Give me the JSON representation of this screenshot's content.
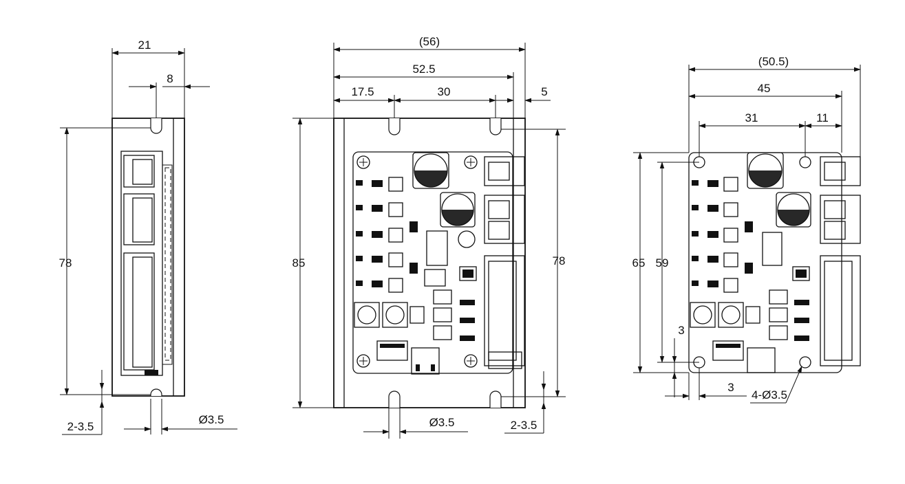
{
  "side_view": {
    "width_label": "21",
    "flange_label": "8",
    "height_label": "78",
    "slot_label": "2-3.5",
    "hole_label": "Ø3.5"
  },
  "front_view": {
    "overall_width_label": "(56)",
    "slot_span_label": "52.5",
    "slot_offset_label": "17.5",
    "slot_pitch_label": "30",
    "edge_label": "5",
    "overall_height_label": "85",
    "inner_height_label": "78",
    "hole_label": "Ø3.5",
    "slot_label": "2-3.5"
  },
  "pcb_view": {
    "overall_width_label": "(50.5)",
    "board_width_label": "45",
    "hole_pitch_x_label": "31",
    "edge_x_label": "11",
    "board_height_label": "65",
    "hole_pitch_y_label": "59",
    "edge_y_label": "3",
    "edge_x2_label": "3",
    "holes_label": "4-Ø3.5"
  }
}
